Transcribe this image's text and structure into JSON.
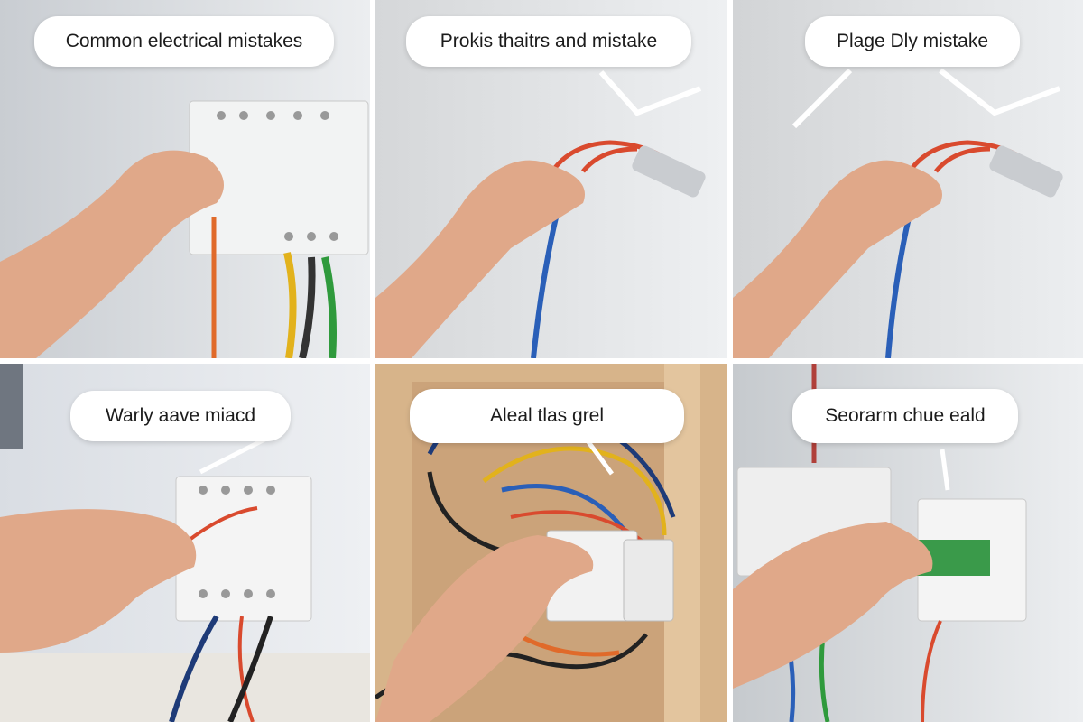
{
  "panels": [
    {
      "caption": "Common electrical mistakes"
    },
    {
      "caption": "Prokis thaitrs and mistake"
    },
    {
      "caption": "Plage Dly mistake"
    },
    {
      "caption": "Warly aave miacd"
    },
    {
      "caption": "Aleal tlas grel"
    },
    {
      "caption": "Seorarm chue eald"
    }
  ],
  "colors": {
    "wall": "#dfe3e8",
    "skin": "#e0a889",
    "wire_red": "#d94a2e",
    "wire_blue": "#2a5fb8",
    "wire_green": "#2f9a3c",
    "wire_yellow": "#e2b21c",
    "wood": "#d7b48a"
  }
}
